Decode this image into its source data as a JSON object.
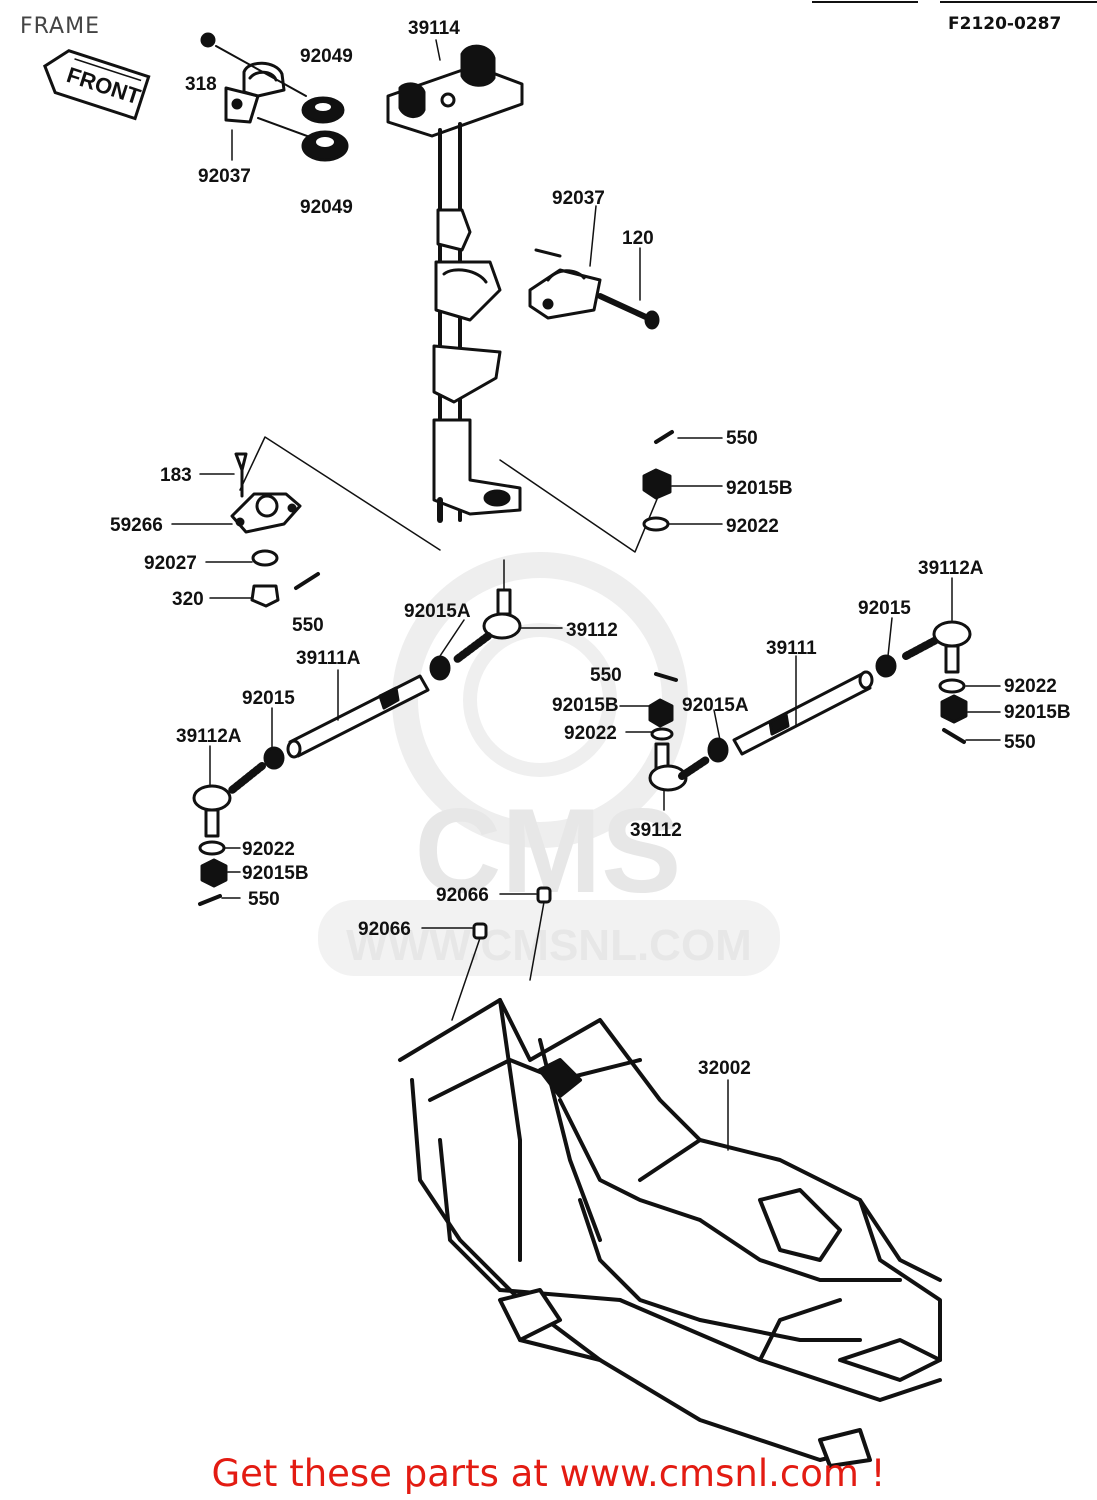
{
  "page": {
    "title": "FRAME",
    "ref_code": "F2120-0287",
    "front_arrow_label": "FRONT",
    "footer_text": "Get these parts at www.cmsnl.com !"
  },
  "watermark": {
    "logo_text": "CMS",
    "url_text": "WWW.CMSNL.COM"
  },
  "part_labels": {
    "l318": "318",
    "l92049a": "92049",
    "l92049b": "92049",
    "l92037a": "92037",
    "l39114": "39114",
    "l92037b": "92037",
    "l120": "120",
    "l550a": "550",
    "l92015Ba": "92015B",
    "l92022a": "92022",
    "l183": "183",
    "l59266": "59266",
    "l92027": "92027",
    "l320": "320",
    "l550b": "550",
    "l92015Aa": "92015A",
    "l39112a": "39112",
    "l39112Aa": "39112A",
    "l92015a": "92015",
    "l39111": "39111",
    "l92022b": "92022",
    "l92015Bb": "92015B",
    "l550c": "550",
    "l39111A": "39111A",
    "l92015b": "92015",
    "l39112Ab": "39112A",
    "l550d": "550",
    "l92015Bc": "92015B",
    "l92015Ab": "92015A",
    "l92022c": "92022",
    "l39112b": "39112",
    "l92022d": "92022",
    "l92015Bd": "92015B",
    "l550e": "550",
    "l92066a": "92066",
    "l92066b": "92066",
    "l32002": "32002"
  },
  "colors": {
    "ink": "#111111",
    "footer": "#e31b12",
    "watermark": "#e7e7e7"
  }
}
